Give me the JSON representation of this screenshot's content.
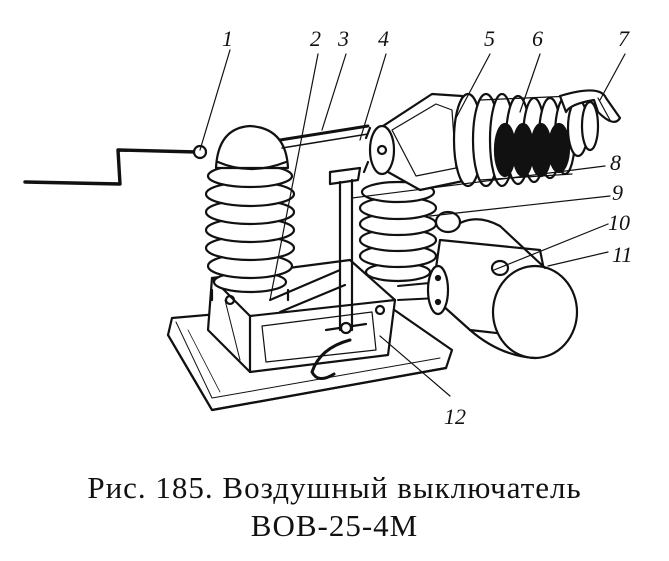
{
  "figure": {
    "callouts": [
      "1",
      "2",
      "3",
      "4",
      "5",
      "6",
      "7",
      "8",
      "9",
      "10",
      "11",
      "12"
    ]
  },
  "caption": {
    "line1": "Рис. 185. Воздушный выключатель",
    "line2": "ВОВ-25-4М"
  }
}
